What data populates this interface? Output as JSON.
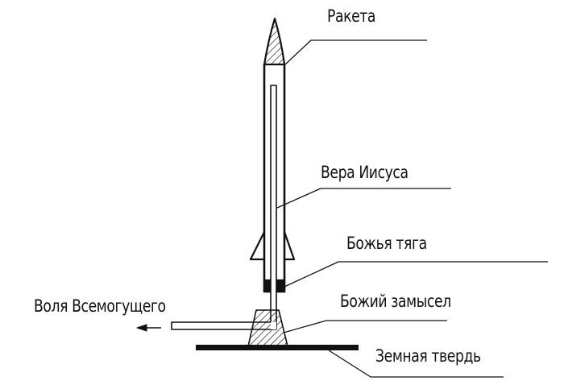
{
  "labels": {
    "rocket": "Ракета",
    "faith": "Вера Иисуса",
    "thrust": "Божья тяга",
    "plan": "Божий замысел",
    "ground": "Земная твердь",
    "will": "Воля Всемогущего"
  },
  "colors": {
    "ink": "#111111",
    "background": "#ffffff"
  }
}
